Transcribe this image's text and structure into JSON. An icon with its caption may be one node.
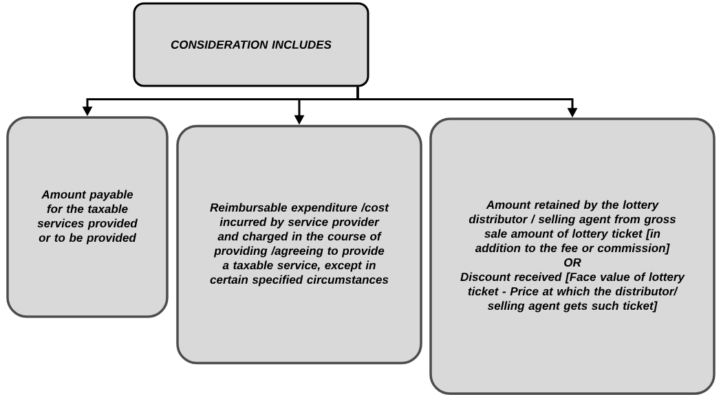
{
  "diagram": {
    "nodes": [
      {
        "text": [
          "CONSIDERATION INCLUDES"
        ]
      },
      {
        "text": [
          "Amount payable for the taxable services provided or to be provided"
        ]
      },
      {
        "text": [
          "Reimbursable expenditure /cost incurred by service provider and charged in the course of providing /agreeing to provide a taxable service, except in certain specified circumstances"
        ]
      },
      {
        "text": [
          "Amount retained by the lottery distributor / selling agent from gross sale amount of lottery ticket [in addition to the fee or commission]",
          "OR",
          "Discount received [Face value of lottery ticket - Price at which the distributor/ selling agent gets such ticket]"
        ]
      }
    ],
    "edges": [
      {
        "from": 0,
        "to": 1,
        "arrow": "to"
      },
      {
        "from": 0,
        "to": 2,
        "arrow": "to"
      },
      {
        "from": 0,
        "to": 3,
        "arrow": "to"
      }
    ]
  }
}
